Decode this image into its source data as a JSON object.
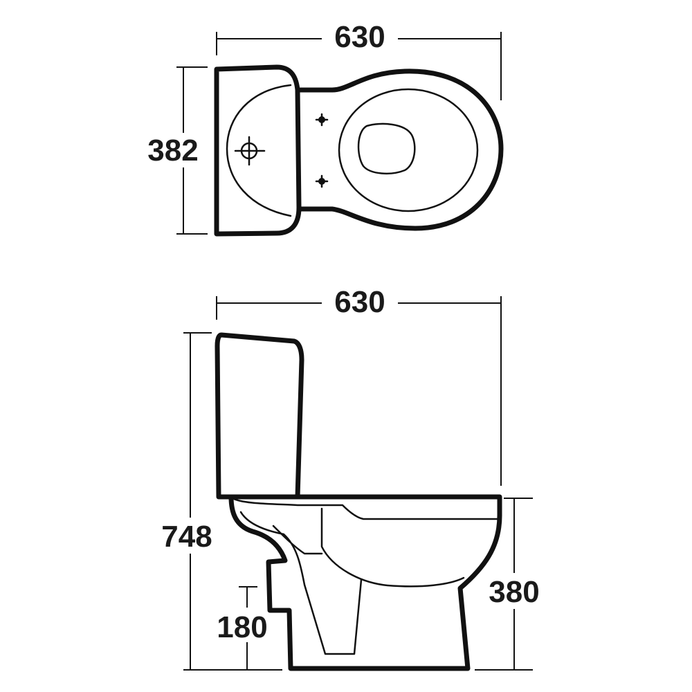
{
  "plan_view": {
    "width_label": "630",
    "depth_label": "382"
  },
  "side_view": {
    "width_label": "630",
    "height_label": "748",
    "pan_height_label": "380",
    "outlet_height_label": "180"
  }
}
